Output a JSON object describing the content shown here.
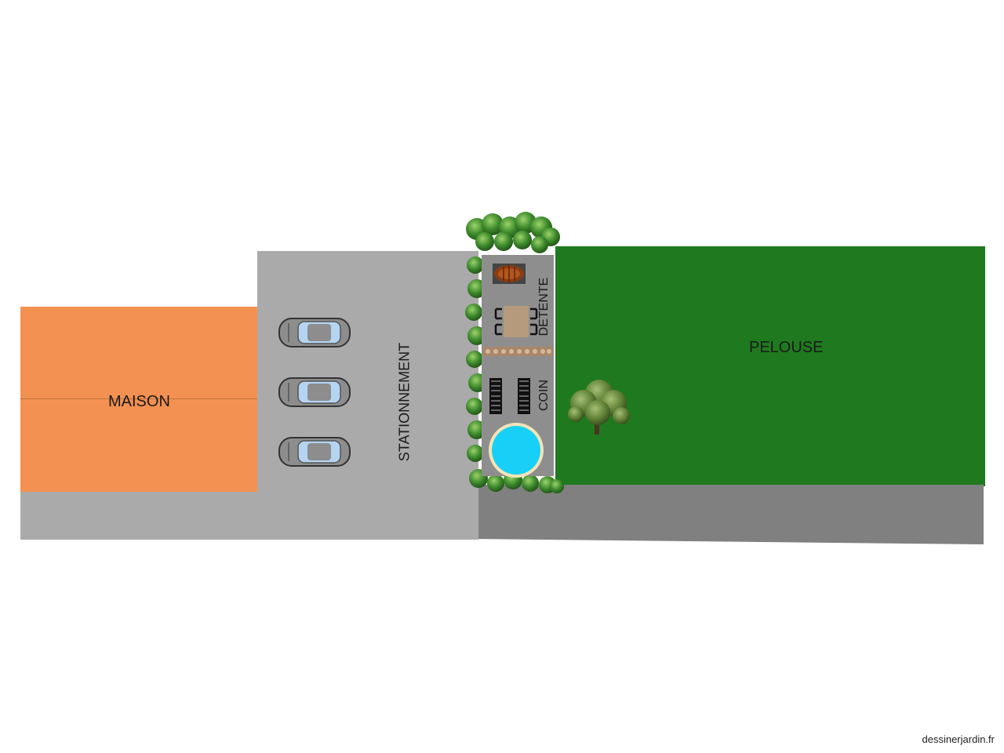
{
  "zones": {
    "house": "MAISON",
    "parking": "STATIONNEMENT",
    "lawn": "PELOUSE",
    "lounge_word_1": "COIN",
    "lounge_word_2": "DETENTE"
  },
  "footer": "dessinerjardin.fr",
  "colors": {
    "house": "#f39153",
    "paving": "#aaaaaa",
    "lawn": "#1f7a1f",
    "road": "#808080",
    "hedge": "#3d8a2c",
    "pool": "#18d0f7"
  }
}
